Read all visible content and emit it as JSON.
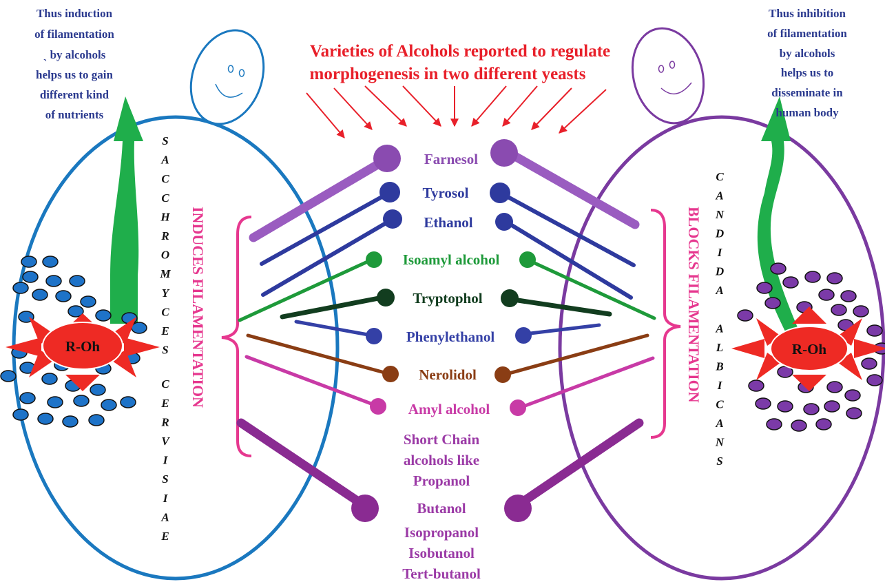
{
  "title_lines": [
    "Varieties of Alcohols reported to regulate",
    "morphogenesis in two different yeasts"
  ],
  "left_note": [
    "Thus induction",
    "of filamentation",
    "ˎ by alcohols",
    "helps us to gain",
    "different kind",
    "of nutrients"
  ],
  "right_note": [
    "Thus inhibition",
    "of filamentation",
    "by alcohols",
    "helps us to",
    "disseminate in",
    "human body"
  ],
  "left_organism": "SACCHROMYCES CERVISIAE",
  "right_organism": "CANDIDA ALBICANS",
  "left_band": "INDUCES FILAMENTATION",
  "right_band": "BLOCKS FILAMENTATION",
  "roh_label": "R-Oh",
  "alcohols": [
    {
      "name": "Farnesol",
      "color": "#8a4bb0"
    },
    {
      "name": "Tyrosol",
      "color": "#2e3a9e"
    },
    {
      "name": "Ethanol",
      "color": "#2e3a9e"
    },
    {
      "name": "Isoamyl alcohol",
      "color": "#1e9a3a"
    },
    {
      "name": "Tryptophol",
      "color": "#123d1f"
    },
    {
      "name": "Phenylethanol",
      "color": "#3440a6"
    },
    {
      "name": "Nerolidol",
      "color": "#8a3d14"
    },
    {
      "name": "Amyl alcohol",
      "color": "#c83aa6"
    }
  ],
  "short_chain": [
    "Short Chain",
    "alcohols like",
    "Propanol",
    "Butanol",
    "Isopropanol",
    "Isobutanol",
    "Tert-butanol"
  ],
  "colors": {
    "left_cell": "#1a78bf",
    "right_cell": "#7a3aa0",
    "left_dots": "#1e73c8",
    "right_dots": "#7b3aa8",
    "arrow_green": "#1fae4b",
    "star_red": "#ee2a24",
    "title_red": "#e8202a",
    "band_pink": "#e6388f",
    "note_blue": "#2b3a8f",
    "short_chain": "#9b3aa6"
  }
}
